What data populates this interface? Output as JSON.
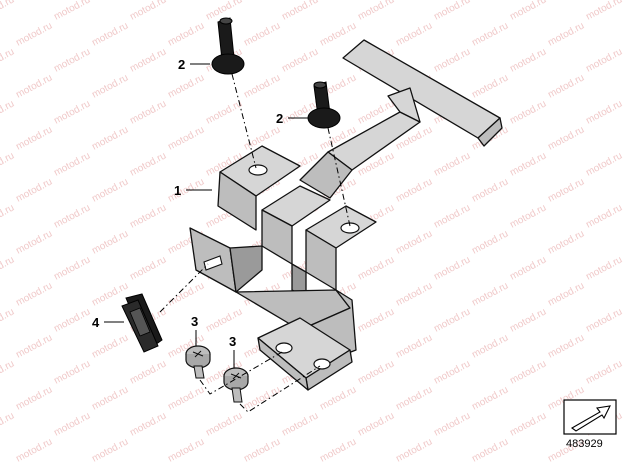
{
  "watermark": {
    "text": "motod.ru"
  },
  "callouts": [
    {
      "label": "1"
    },
    {
      "label": "2"
    },
    {
      "label": "2"
    },
    {
      "label": "3"
    },
    {
      "label": "3"
    },
    {
      "label": "4"
    }
  ],
  "reference_box": {
    "number": "483929",
    "icon": "arrow-icon"
  },
  "colors": {
    "part_fill": "#bdbdbd",
    "outline": "#111111",
    "watermark": "#f0c9c9"
  }
}
